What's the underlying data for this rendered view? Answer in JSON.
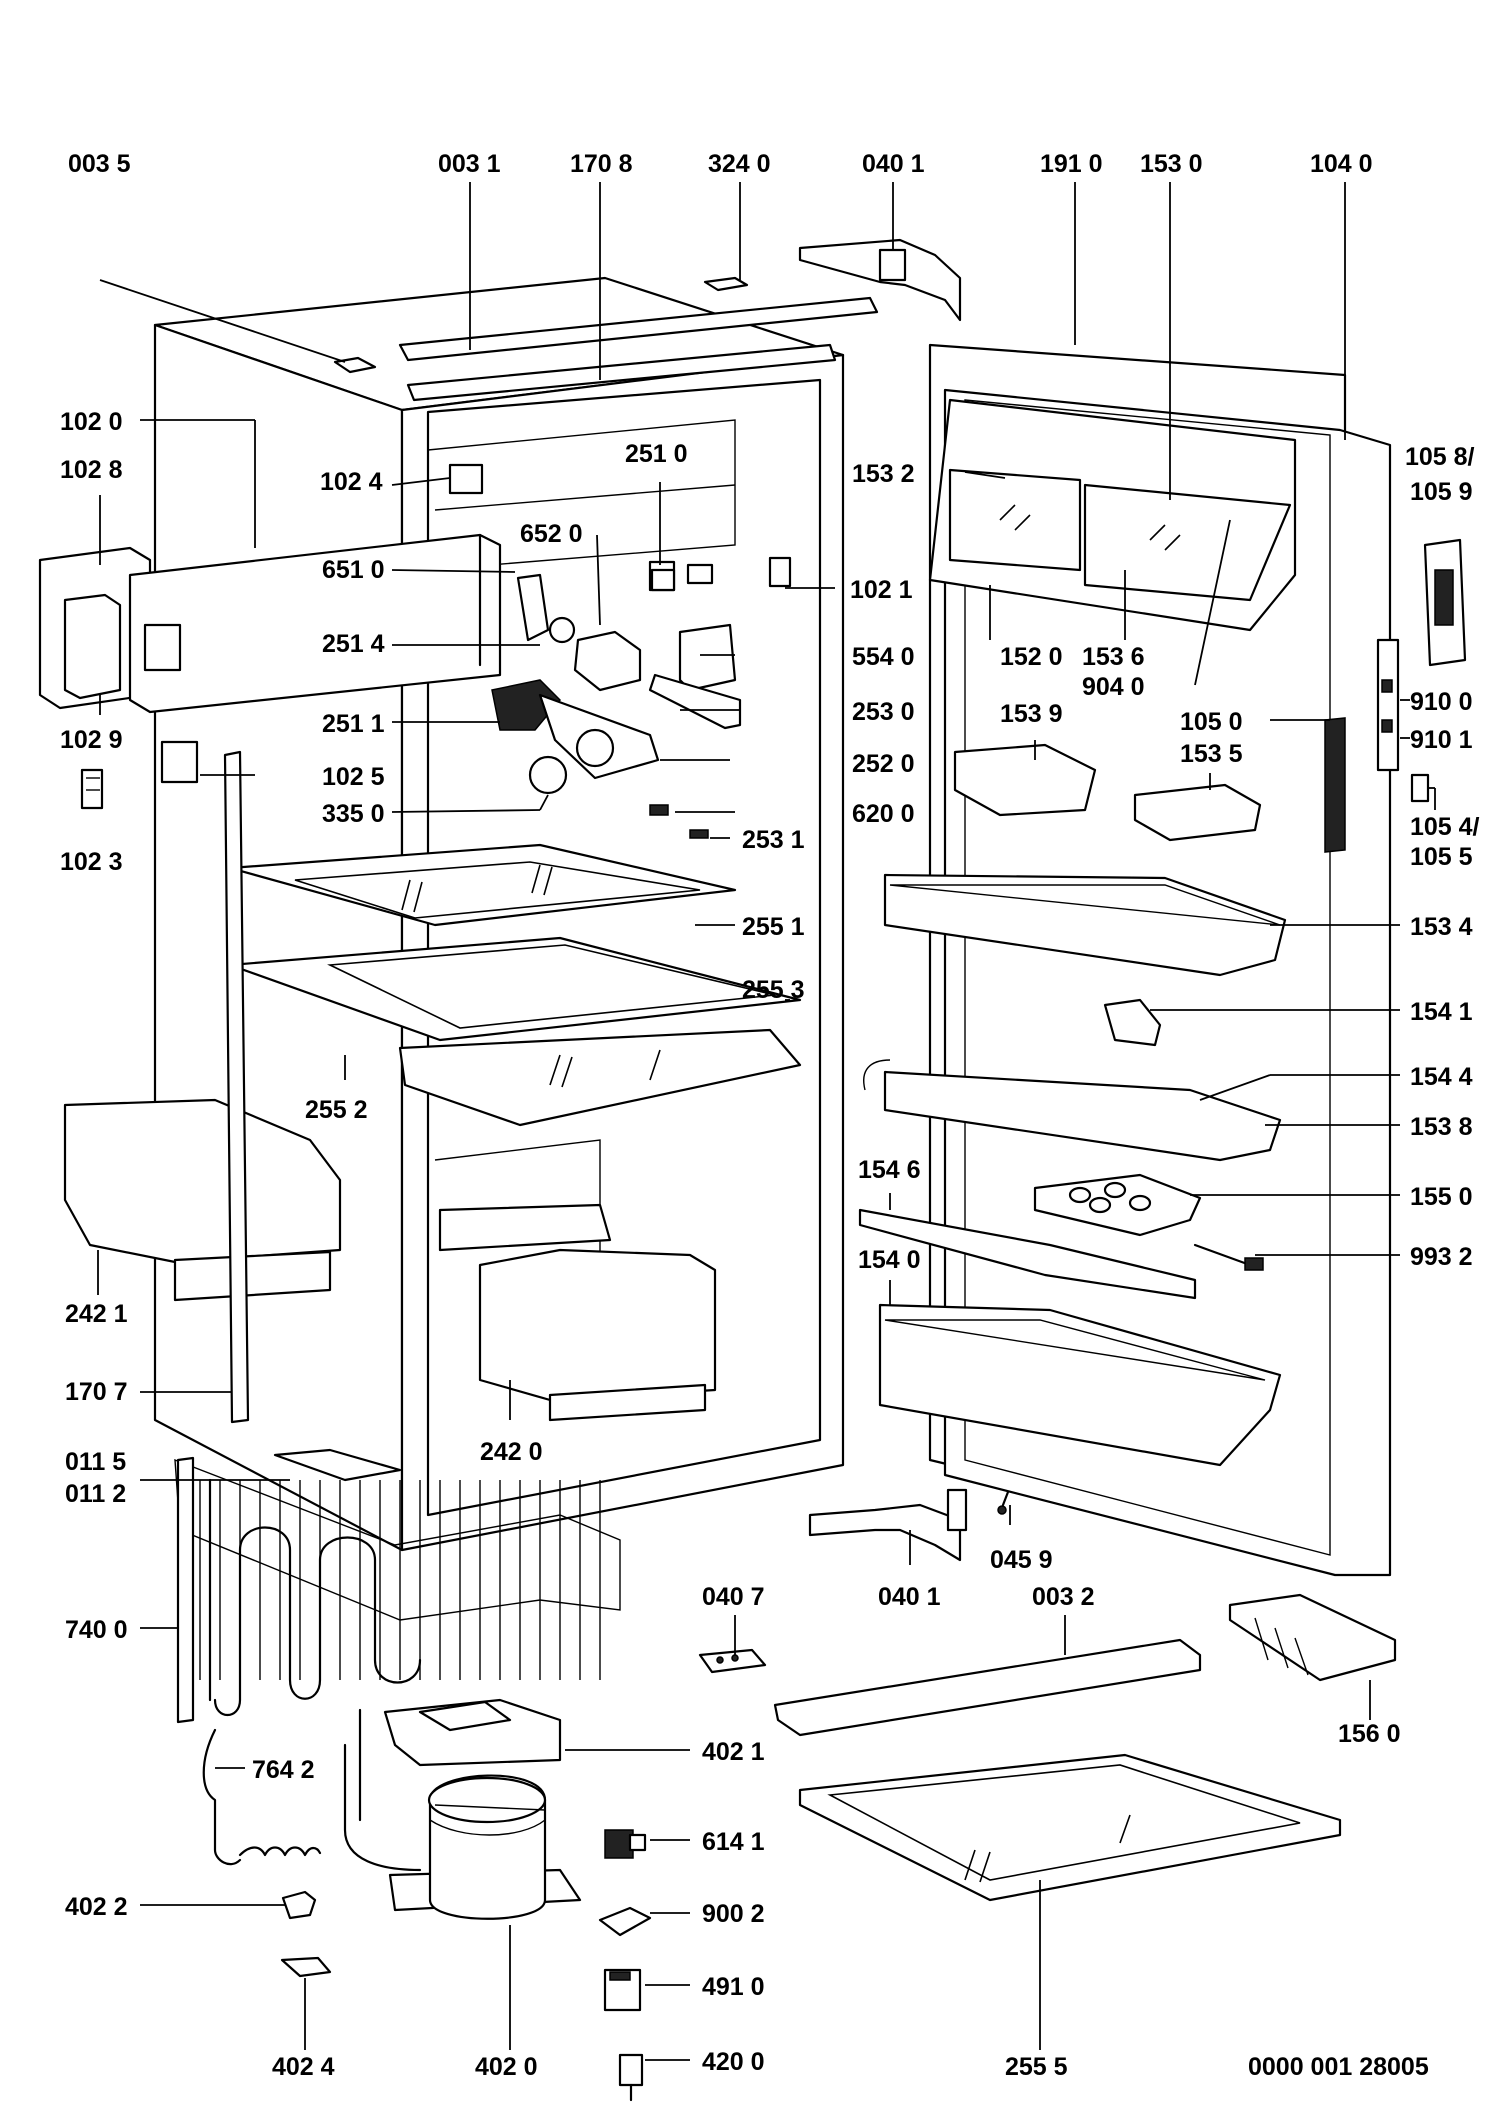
{
  "drawing_number": "0000 001 28005",
  "labels": [
    {
      "id": "0035",
      "text": "003 5"
    },
    {
      "id": "0031",
      "text": "003 1"
    },
    {
      "id": "1708",
      "text": "170 8"
    },
    {
      "id": "3240",
      "text": "324 0"
    },
    {
      "id": "0401_top",
      "text": "040 1"
    },
    {
      "id": "1910",
      "text": "191 0"
    },
    {
      "id": "1530",
      "text": "153 0"
    },
    {
      "id": "1040",
      "text": "104 0"
    },
    {
      "id": "1020",
      "text": "102 0"
    },
    {
      "id": "1028",
      "text": "102 8"
    },
    {
      "id": "1024",
      "text": "102 4"
    },
    {
      "id": "2510",
      "text": "251 0"
    },
    {
      "id": "1532",
      "text": "153 2"
    },
    {
      "id": "1058",
      "text": "105 8/"
    },
    {
      "id": "1059",
      "text": "105 9"
    },
    {
      "id": "6520",
      "text": "652 0"
    },
    {
      "id": "6510",
      "text": "651 0"
    },
    {
      "id": "1021",
      "text": "102 1"
    },
    {
      "id": "2514",
      "text": "251 4"
    },
    {
      "id": "5540",
      "text": "554 0"
    },
    {
      "id": "1520",
      "text": "152 0"
    },
    {
      "id": "1536",
      "text": "153 6"
    },
    {
      "id": "9040",
      "text": "904 0"
    },
    {
      "id": "1029",
      "text": "102 9"
    },
    {
      "id": "2530",
      "text": "253 0"
    },
    {
      "id": "1050",
      "text": "105 0"
    },
    {
      "id": "9100",
      "text": "910 0"
    },
    {
      "id": "2511",
      "text": "251 1"
    },
    {
      "id": "1539",
      "text": "153 9"
    },
    {
      "id": "9101",
      "text": "910 1"
    },
    {
      "id": "1025",
      "text": "102 5"
    },
    {
      "id": "2520",
      "text": "252 0"
    },
    {
      "id": "1535",
      "text": "153 5"
    },
    {
      "id": "3350",
      "text": "335 0"
    },
    {
      "id": "6200",
      "text": "620 0"
    },
    {
      "id": "1054",
      "text": "105 4/"
    },
    {
      "id": "1055",
      "text": "105 5"
    },
    {
      "id": "1023",
      "text": "102 3"
    },
    {
      "id": "2531",
      "text": "253 1"
    },
    {
      "id": "1534",
      "text": "153 4"
    },
    {
      "id": "2551",
      "text": "255 1"
    },
    {
      "id": "2553",
      "text": "255 3"
    },
    {
      "id": "1541",
      "text": "154 1"
    },
    {
      "id": "1544",
      "text": "154 4"
    },
    {
      "id": "2552",
      "text": "255 2"
    },
    {
      "id": "1538",
      "text": "153 8"
    },
    {
      "id": "1546",
      "text": "154 6"
    },
    {
      "id": "1550",
      "text": "155 0"
    },
    {
      "id": "9932",
      "text": "993 2"
    },
    {
      "id": "1540",
      "text": "154 0"
    },
    {
      "id": "2421",
      "text": "242 1"
    },
    {
      "id": "1707",
      "text": "170 7"
    },
    {
      "id": "2420",
      "text": "242 0"
    },
    {
      "id": "0115",
      "text": "011 5"
    },
    {
      "id": "0112",
      "text": "011 2"
    },
    {
      "id": "0459",
      "text": "045 9"
    },
    {
      "id": "0401_bottom",
      "text": "040 1"
    },
    {
      "id": "0407",
      "text": "040 7"
    },
    {
      "id": "0032",
      "text": "003 2"
    },
    {
      "id": "7400",
      "text": "740 0"
    },
    {
      "id": "1560",
      "text": "156 0"
    },
    {
      "id": "4021",
      "text": "402 1"
    },
    {
      "id": "7642",
      "text": "764 2"
    },
    {
      "id": "6141",
      "text": "614 1"
    },
    {
      "id": "4022",
      "text": "402 2"
    },
    {
      "id": "9002",
      "text": "900 2"
    },
    {
      "id": "4910",
      "text": "491 0"
    },
    {
      "id": "4024",
      "text": "402 4"
    },
    {
      "id": "4020",
      "text": "402 0"
    },
    {
      "id": "4200",
      "text": "420 0"
    },
    {
      "id": "2555",
      "text": "255 5"
    }
  ]
}
